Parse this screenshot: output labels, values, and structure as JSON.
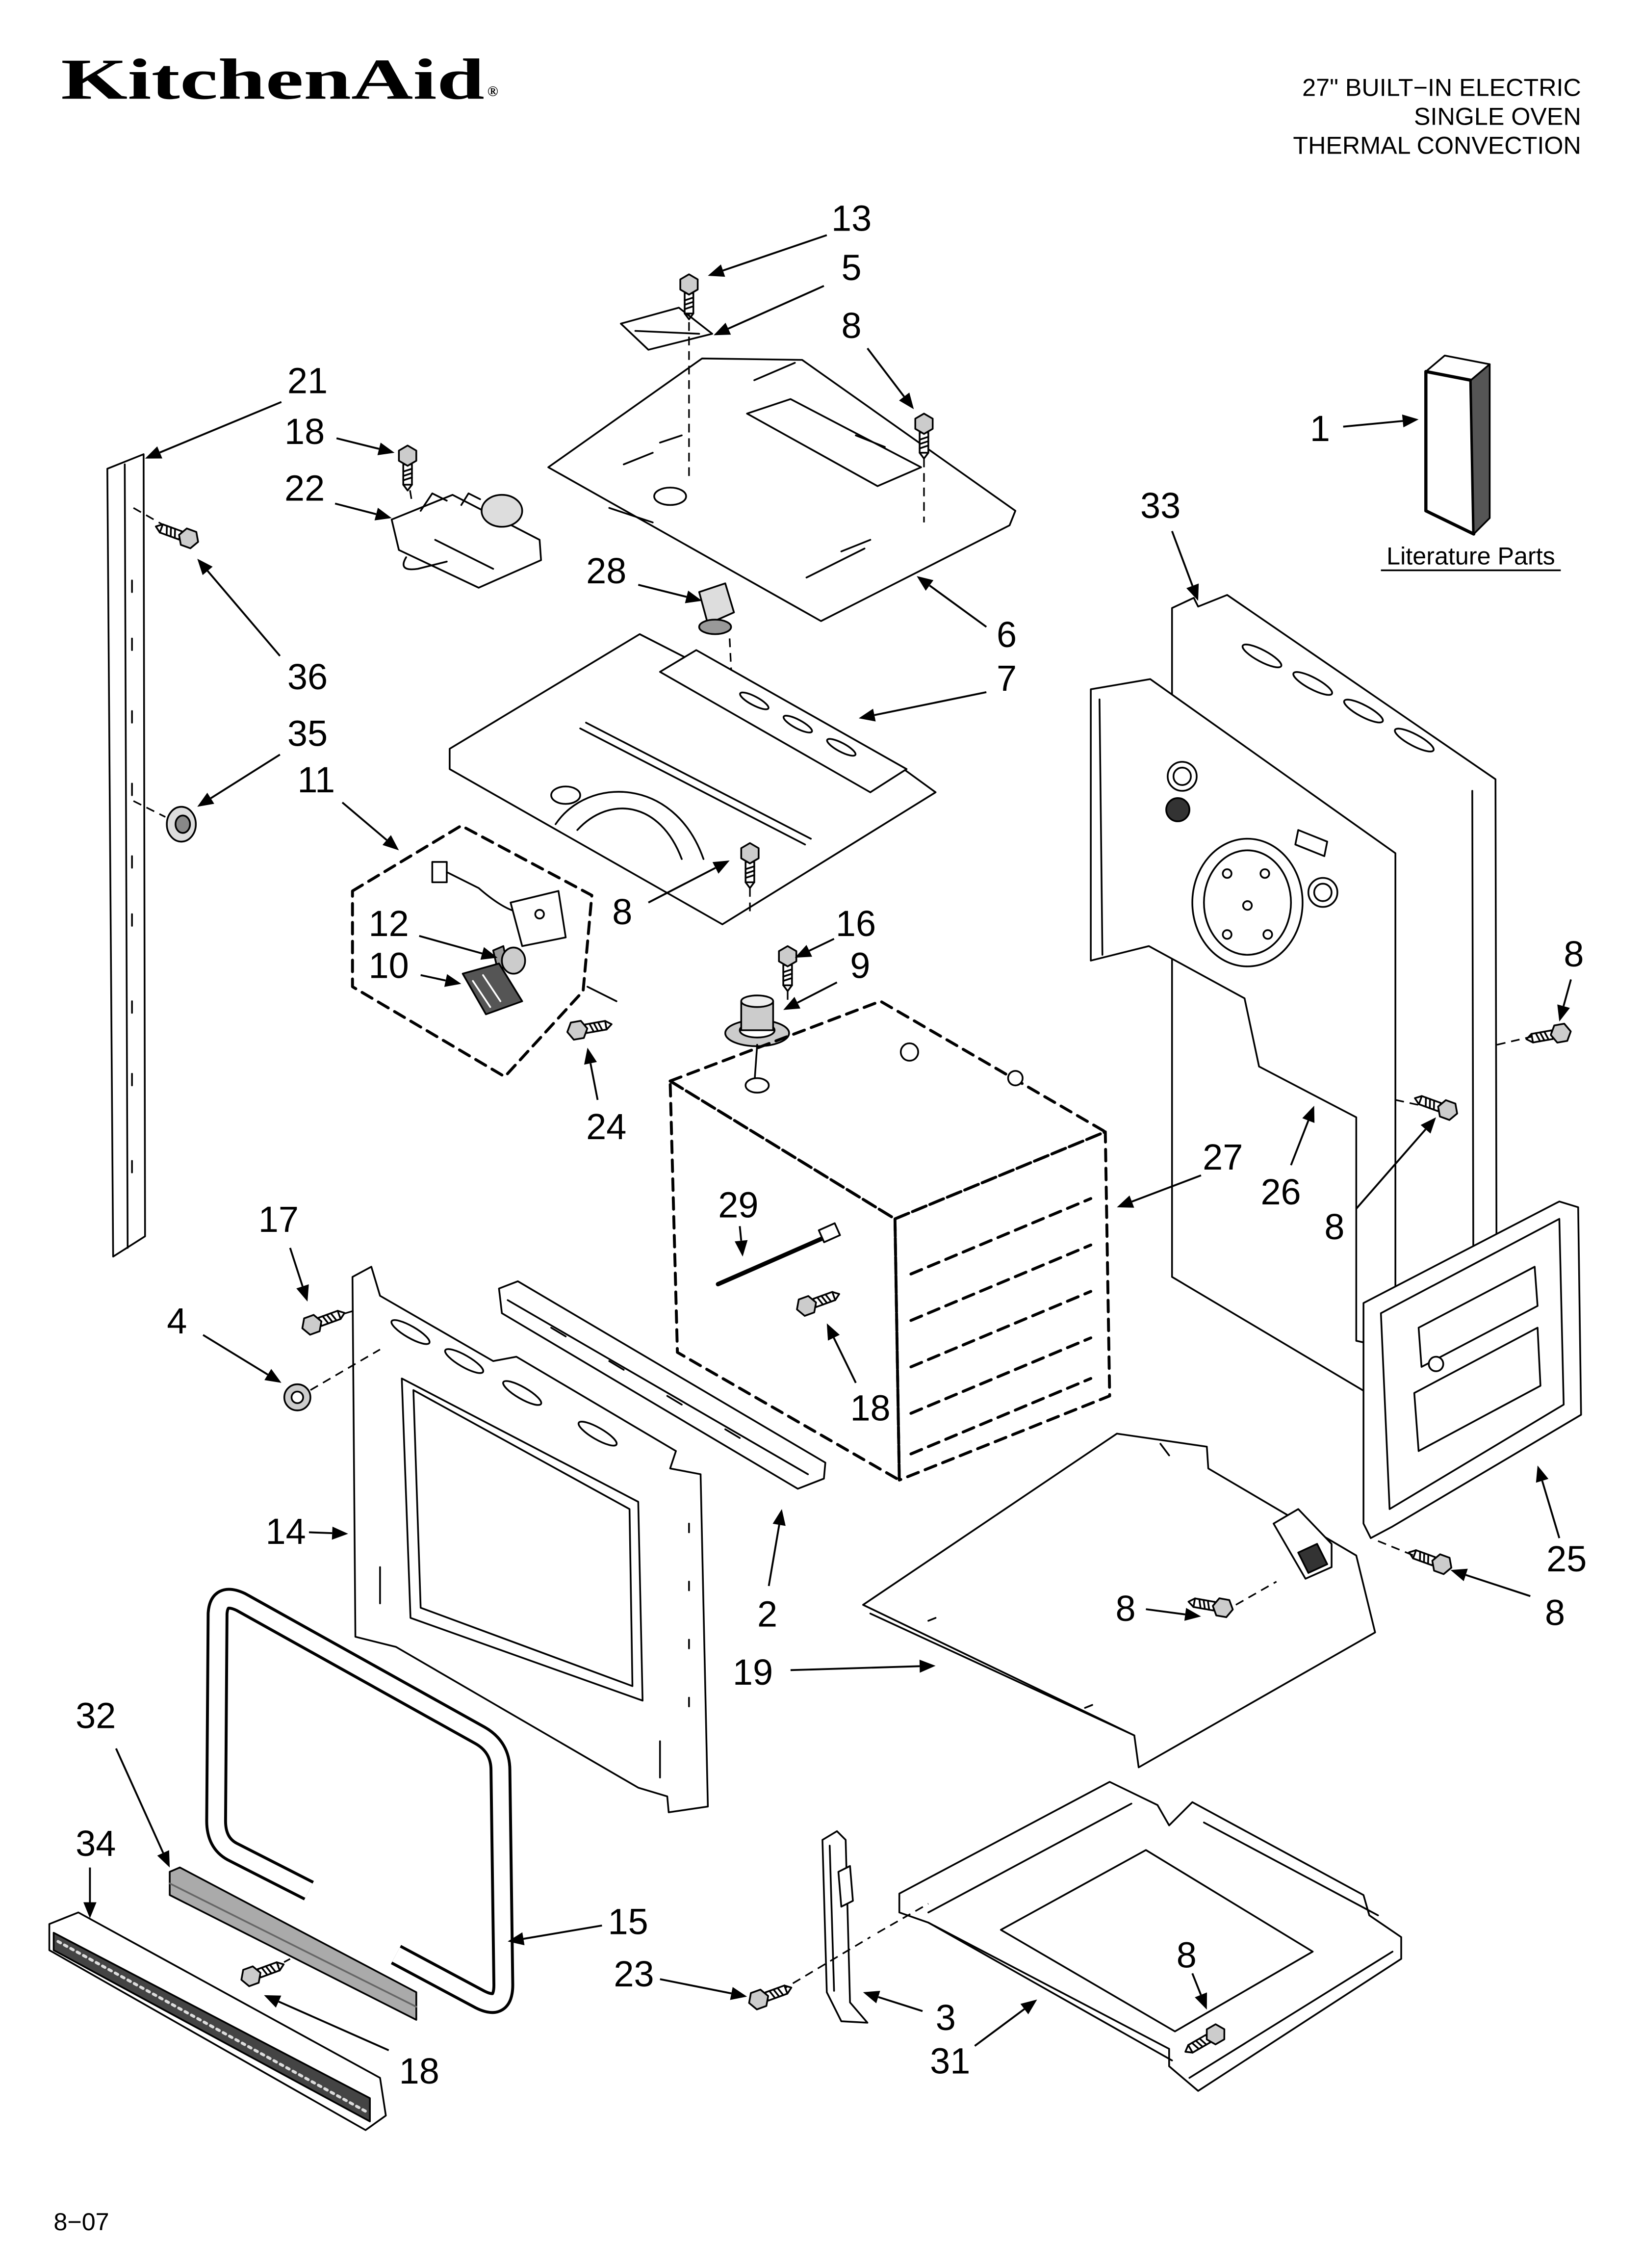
{
  "header": {
    "logo": "KitchenAid",
    "registered_mark": "®",
    "title_lines": [
      "27\" BUILT−IN ELECTRIC",
      "SINGLE OVEN",
      "THERMAL CONVECTION"
    ]
  },
  "literature": {
    "label": "Literature Parts"
  },
  "footer": {
    "code": "8−07"
  },
  "callouts": [
    "13",
    "5",
    "8",
    "21",
    "18",
    "22",
    "1",
    "33",
    "28",
    "6",
    "7",
    "36",
    "35",
    "11",
    "12",
    "10",
    "8",
    "16",
    "9",
    "8",
    "24",
    "27",
    "26",
    "8",
    "29",
    "17",
    "4",
    "18",
    "14",
    "2",
    "25",
    "8",
    "8",
    "19",
    "32",
    "34",
    "15",
    "23",
    "3",
    "31",
    "8",
    "18"
  ]
}
